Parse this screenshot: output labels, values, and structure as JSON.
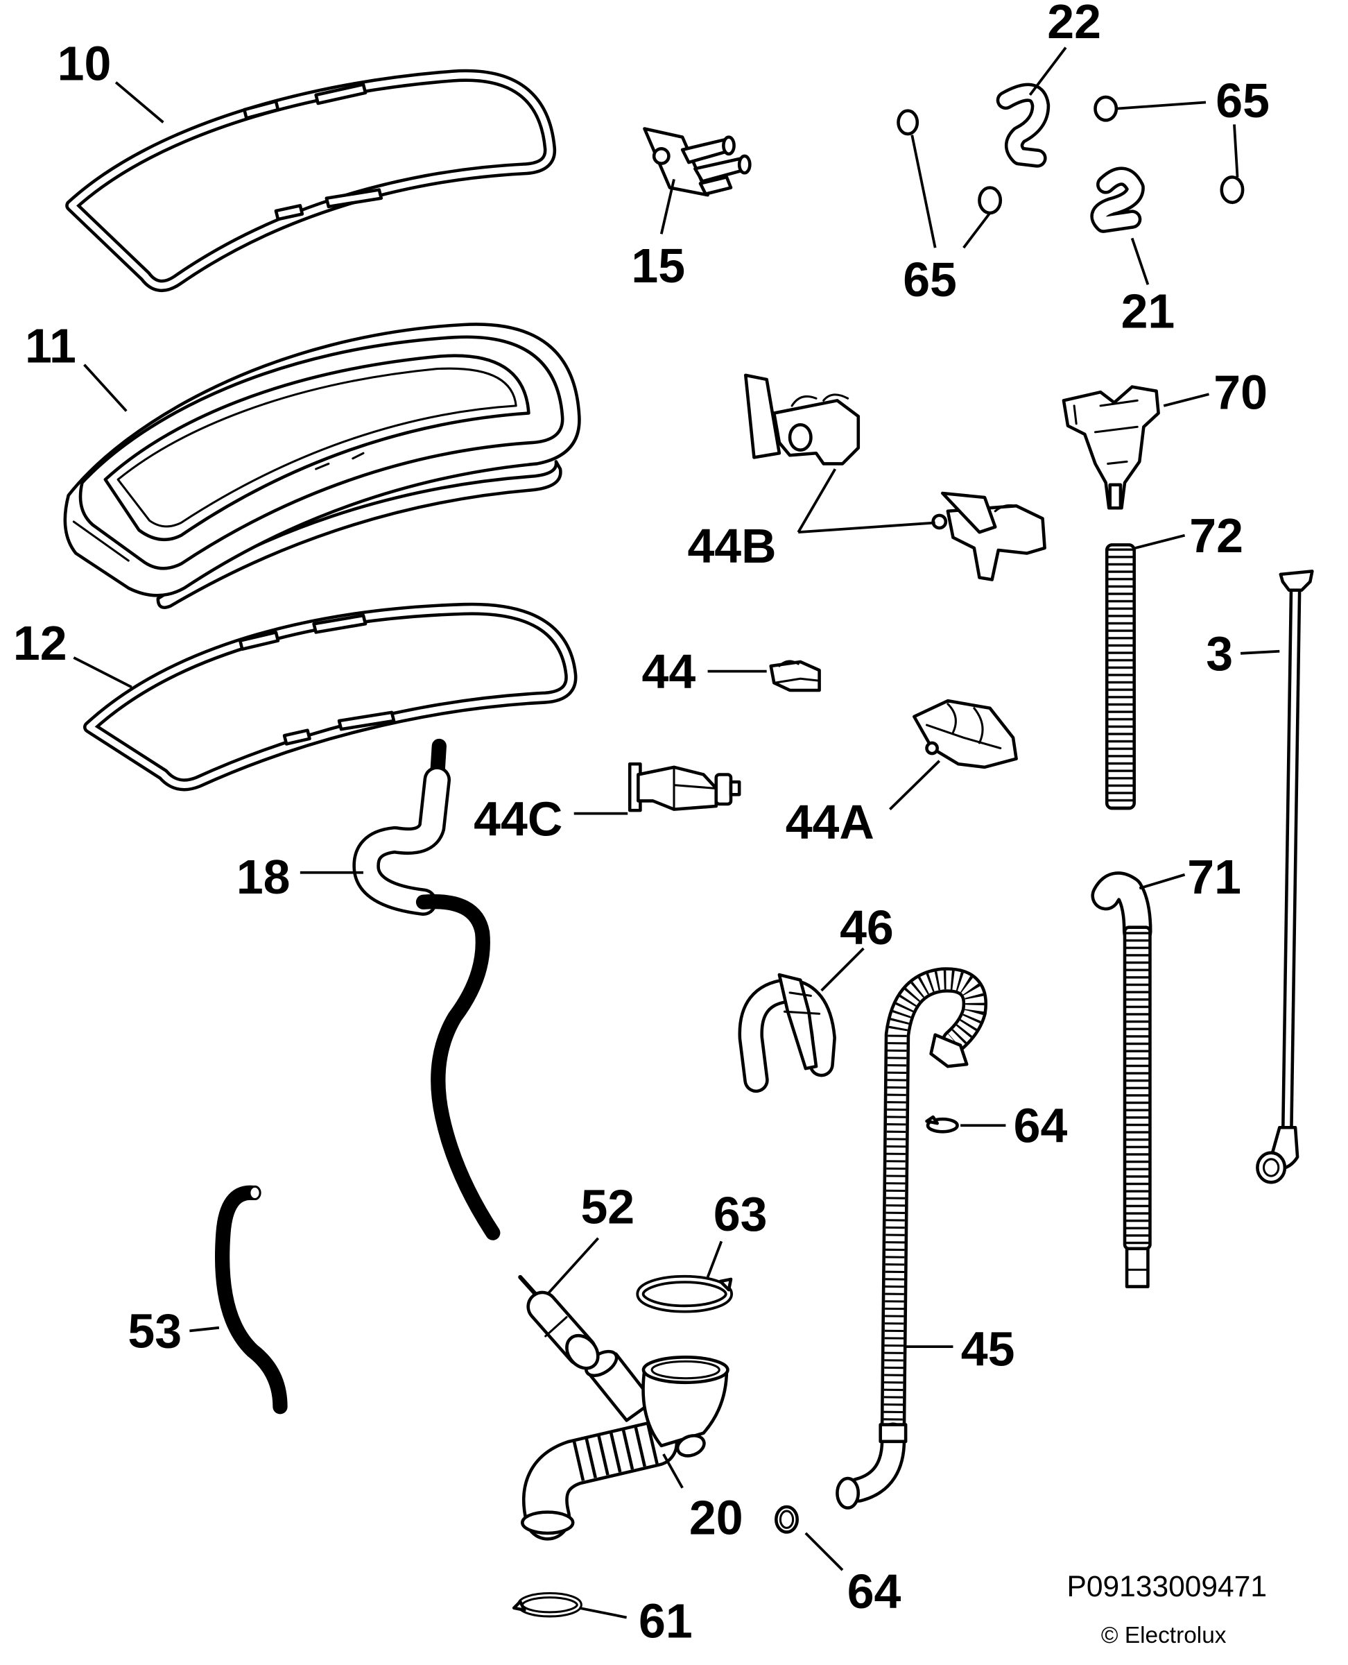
{
  "callouts": {
    "p10": "10",
    "p11": "11",
    "p12": "12",
    "p15": "15",
    "p22": "22",
    "p65_right": "65",
    "p65_middle": "65",
    "p21": "21",
    "p70": "70",
    "p44B": "44B",
    "p72": "72",
    "p3": "3",
    "p44": "44",
    "p44A": "44A",
    "p44C": "44C",
    "p18": "18",
    "p71": "71",
    "p46": "46",
    "p64_middle": "64",
    "p52": "52",
    "p63": "63",
    "p53": "53",
    "p45": "45",
    "p20": "20",
    "p64_bottom": "64",
    "p61": "61"
  },
  "drawing_code": "P09133009471",
  "copyright": "© Electrolux"
}
